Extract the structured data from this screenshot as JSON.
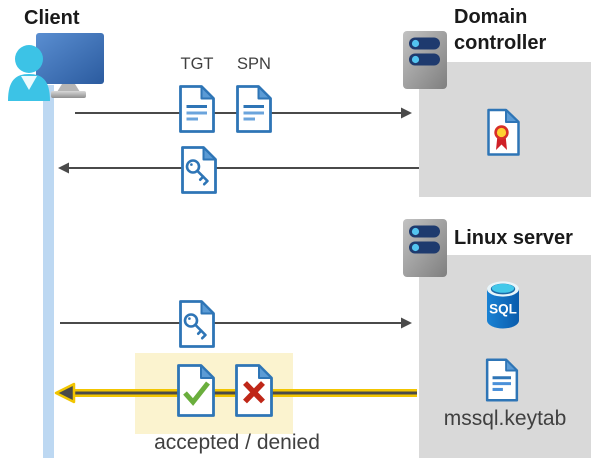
{
  "labels": {
    "client": "Client",
    "tgt": "TGT",
    "spn": "SPN",
    "domain_controller": "Domain controller",
    "linux_server": "Linux server",
    "sql": "SQL",
    "keytab_file": "mssql.keytab",
    "accepted_denied": "accepted / denied"
  },
  "icons": {
    "client": "client-workstation-icon",
    "domain_controller": "server-icon",
    "linux_server": "server-icon",
    "tgt": "lined-document-icon",
    "spn": "lined-document-icon",
    "ticket_response": "key-document-icon",
    "ticket_presented": "key-document-icon",
    "certificate": "certificate-document-icon",
    "sql_database": "sql-database-icon",
    "keytab": "lined-document-icon",
    "accepted": "check-document-icon",
    "denied": "cross-document-icon"
  },
  "flows": [
    {
      "from": "Client",
      "to": "Domain controller",
      "carries": "TGT, SPN",
      "direction": "right"
    },
    {
      "from": "Domain controller",
      "to": "Client",
      "carries": "service ticket (key)",
      "direction": "left"
    },
    {
      "from": "Client",
      "to": "Linux server",
      "carries": "service ticket (key)",
      "direction": "right"
    },
    {
      "from": "Linux server",
      "to": "Client",
      "carries": "accepted / denied",
      "direction": "left",
      "highlighted": true
    }
  ],
  "colors": {
    "timeline_bar": "#bdd8f2",
    "box_gray": "#d9d9d9",
    "highlight_yellow": "#fbf3cf",
    "arrow_gray": "#4a4a4a",
    "arrow_yellow": "#f2c500",
    "doc_border_blue": "#2e75b6",
    "doc_fold_blue": "#5b9bd5",
    "check_green": "#6aae3d",
    "cross_red": "#bf2718",
    "seal_yellow": "#ffd231",
    "seal_red": "#d82f27",
    "sql_cyan": "#41c8ea",
    "sql_blue": "#0f6ec0",
    "server_pill_navy": "#1e3a6e",
    "server_dot_cyan": "#53c4f0",
    "person_cyan": "#3cc3e6",
    "monitor_blue": "#3a6fb5",
    "text_dark": "#404040"
  }
}
